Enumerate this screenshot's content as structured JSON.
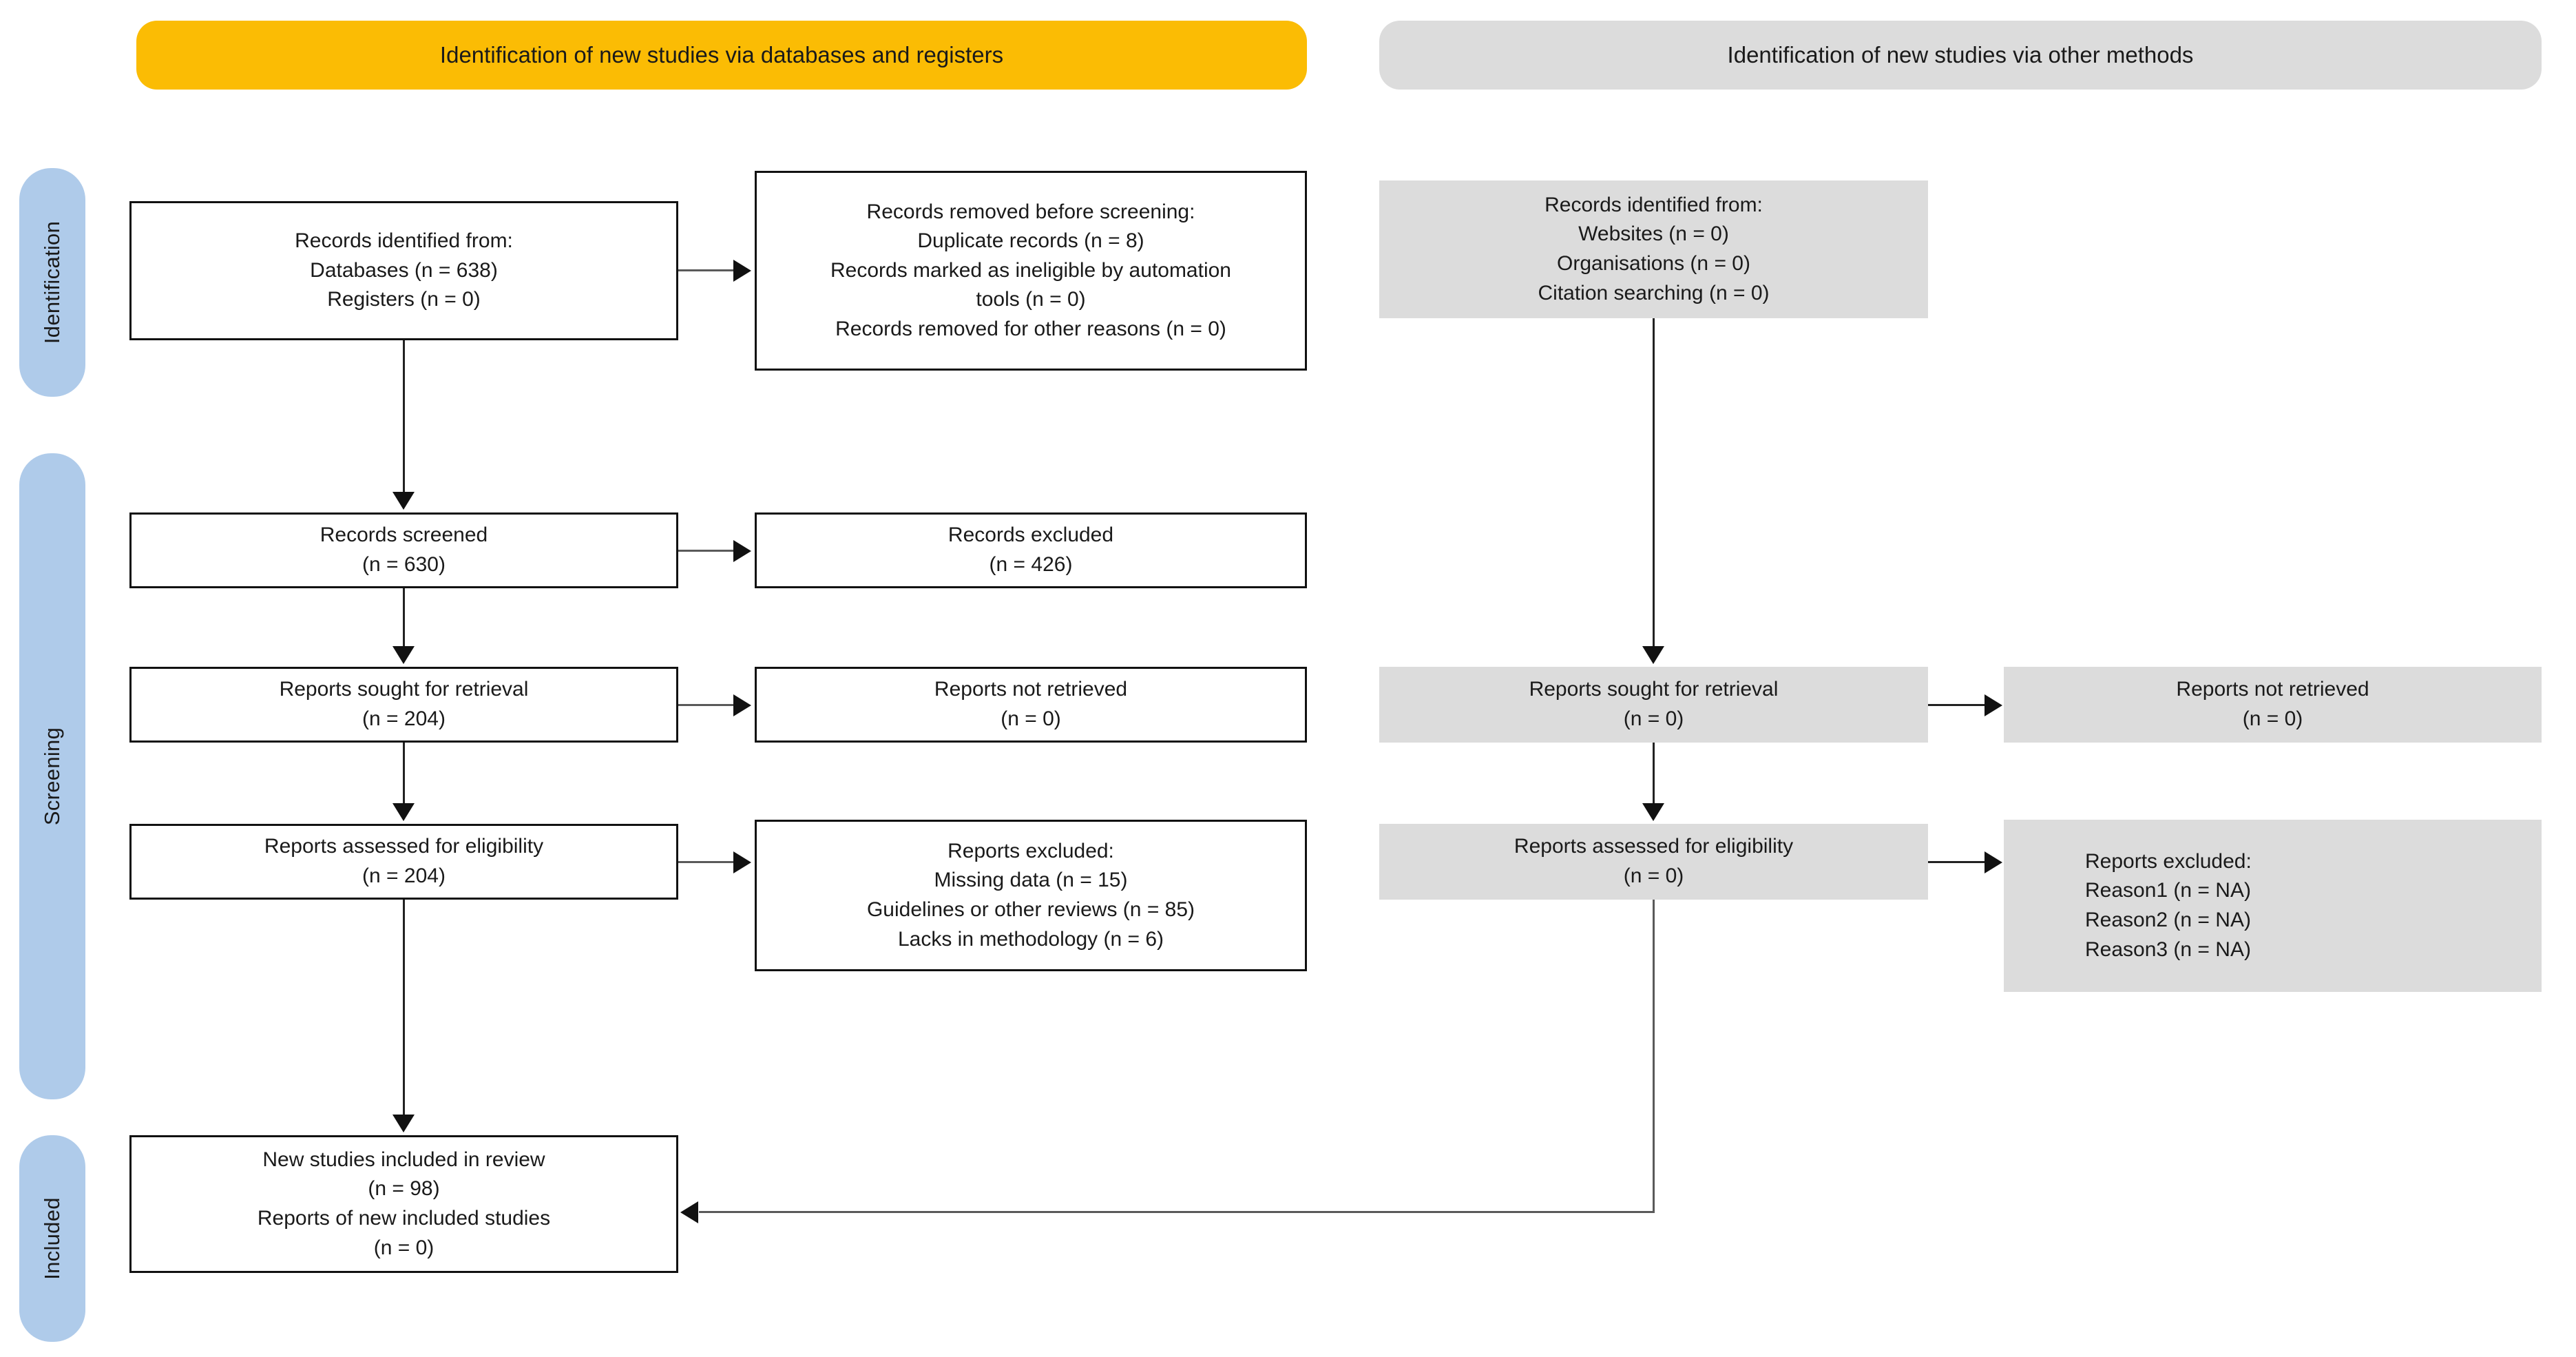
{
  "banners": {
    "databases": "Identification of new studies via databases and registers",
    "other": "Identification of new studies via other methods"
  },
  "stages": {
    "identification": "Identification",
    "screening": "Screening",
    "included": "Included"
  },
  "colors": {
    "banner_databases": "#FBBC04",
    "banner_other": "#DCDCDC",
    "stage_pill": "#AFCBEA",
    "box_grey": "#DCDCDC",
    "box_white": "#FFFFFF",
    "border": "#111111",
    "connector": "#5A5A5A"
  },
  "boxes": {
    "identification_databases": {
      "lines": [
        "Records identified from:",
        "Databases (n = 638)",
        "Registers (n = 0)"
      ]
    },
    "records_removed": {
      "lines": [
        "Records removed before screening:",
        "Duplicate records (n = 8)",
        "Records marked as ineligible by automation",
        "tools (n = 0)",
        "Records removed for other reasons (n = 0)"
      ]
    },
    "identification_other": {
      "lines": [
        "Records identified from:",
        "Websites (n = 0)",
        "Organisations (n = 0)",
        "Citation searching (n = 0)"
      ]
    },
    "records_screened": {
      "lines": [
        "Records screened",
        "(n = 630)"
      ]
    },
    "records_excluded": {
      "lines": [
        "Records excluded",
        "(n = 426)"
      ]
    },
    "reports_sought_databases": {
      "lines": [
        "Reports sought for retrieval",
        "(n = 204)"
      ]
    },
    "reports_not_retrieved_databases": {
      "lines": [
        "Reports not retrieved",
        "(n = 0)"
      ]
    },
    "reports_sought_other": {
      "lines": [
        "Reports sought for retrieval",
        "(n = 0)"
      ]
    },
    "reports_not_retrieved_other": {
      "lines": [
        "Reports not retrieved",
        "(n = 0)"
      ]
    },
    "reports_assessed_databases": {
      "lines": [
        "Reports assessed for eligibility",
        "(n = 204)"
      ]
    },
    "reports_excluded_databases": {
      "lines": [
        "Reports excluded:",
        "Missing data (n = 15)",
        "Guidelines or other reviews (n = 85)",
        "Lacks in methodology (n = 6)"
      ]
    },
    "reports_assessed_other": {
      "lines": [
        "Reports assessed for eligibility",
        "(n = 0)"
      ]
    },
    "reports_excluded_other": {
      "lines": [
        "Reports excluded:",
        "Reason1 (n = NA)",
        "Reason2 (n = NA)",
        "Reason3 (n = NA)"
      ]
    },
    "new_studies_included": {
      "lines": [
        "New studies included in review",
        "(n = 98)",
        "Reports of new included studies",
        "(n = 0)"
      ]
    }
  }
}
